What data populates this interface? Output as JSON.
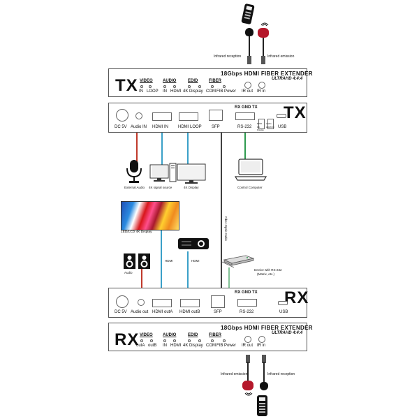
{
  "remote_top": {
    "reception_label": "Infrared reception",
    "emission_label": "Infrared emission"
  },
  "tx_front": {
    "title": "TX",
    "product": "18Gbps HDMI FIBER EXTENDER",
    "subtitle": "ULTRAHD 4:4:4",
    "groups": {
      "video": "VIDEO",
      "audio": "AUDIO",
      "edid": "EDID",
      "fiber": "FIBER"
    },
    "labels": {
      "in": "IN",
      "loop": "LOOP",
      "audio_in": "IN",
      "hdmi": "HDMI",
      "display": "4K Display",
      "com": "COM",
      "fib": "FIB",
      "power": "Power",
      "ir_out": "IR out",
      "ir_in": "IR in"
    }
  },
  "tx_back": {
    "title": "TX",
    "rx_gnd_tx": "RX GND TX",
    "labels": {
      "dc": "DC 5V",
      "audio_in": "Audio IN",
      "hdmi_in": "HDMI IN",
      "hdmi_loop": "HDMI LOOP",
      "sfp": "SFP",
      "rs232": "RS-232",
      "usb": "USB",
      "edid_sw": "EDID DC Display",
      "audio_sw": "Audio HDMI IN"
    }
  },
  "devices": {
    "external_audio": "External Audio",
    "signal_source": "4K signal source",
    "display_4k": "4K Display",
    "control_computer": "Control Computer",
    "fiber_cable": "Fiber Optic Cable",
    "led_lcd": "LED/LCD   4K Display",
    "audio": "Audio",
    "hdmi_a": "HDMI",
    "hdmi_b": "HDMI",
    "rs232_device": "Device with RS-232",
    "rs232_device_sub": "(Matrix, etc.)"
  },
  "rx_back": {
    "title": "RX",
    "rx_gnd_tx": "RX GND TX",
    "labels": {
      "dc": "DC 5V",
      "audio_out": "Audio out",
      "hdmi_outa": "HDMI outA",
      "hdmi_outb": "HDMI outB",
      "sfp": "SFP",
      "rs232": "RS-232",
      "usb": "USB"
    }
  },
  "rx_front": {
    "title": "RX",
    "product": "18Gbps HDMI FIBER EXTENDER",
    "subtitle": "ULTRAHD 4:4:4",
    "groups": {
      "video": "VIDEO",
      "audio": "AUDIO",
      "edid": "EDID",
      "fiber": "FIBER"
    },
    "labels": {
      "outa": "outA",
      "outb": "outB",
      "audio_in": "IN",
      "hdmi": "HDMI",
      "display": "4K Display",
      "com": "COM",
      "fib": "FIB",
      "power": "Power",
      "ir_out": "IR out",
      "ir_in": "IR in"
    }
  },
  "remote_bottom": {
    "emission_label": "Infrared emission",
    "reception_label": "Infrared reception"
  },
  "colors": {
    "audio_cable": "#c0392b",
    "hdmi_cable": "#3aa0c8",
    "rs232_cable": "#2e9a4f",
    "fiber_cable": "#111111",
    "ir_emitter": "#b5182b"
  }
}
